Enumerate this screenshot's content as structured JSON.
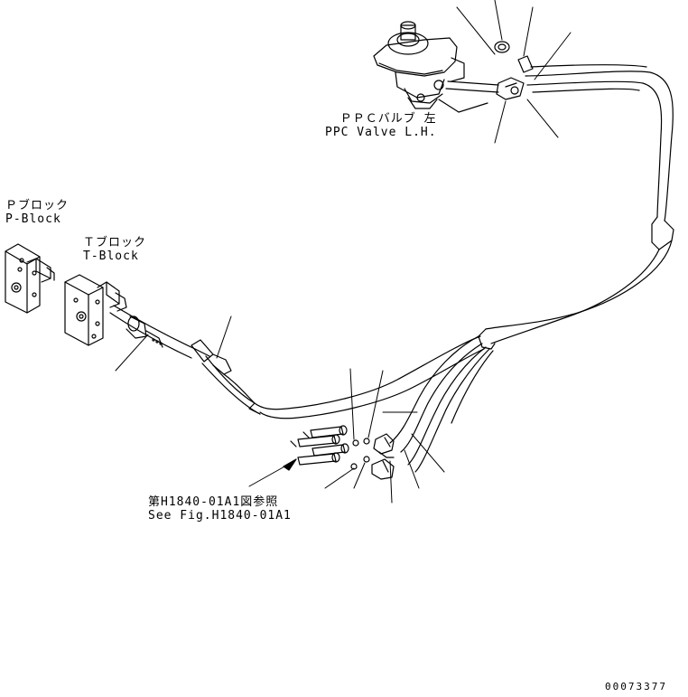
{
  "labels": {
    "ppc_valve_jp": "ＰＰＣバルブ 左",
    "ppc_valve_en": "PPC Valve L.H.",
    "p_block_jp": "Ｐブロック",
    "p_block_en": "P-Block",
    "t_block_jp": "Ｔブロック",
    "t_block_en": "T-Block",
    "see_fig_jp": "第H1840-01A1図参照",
    "see_fig_en": "See Fig.H1840-01A1",
    "drawing_number": "00073377"
  }
}
